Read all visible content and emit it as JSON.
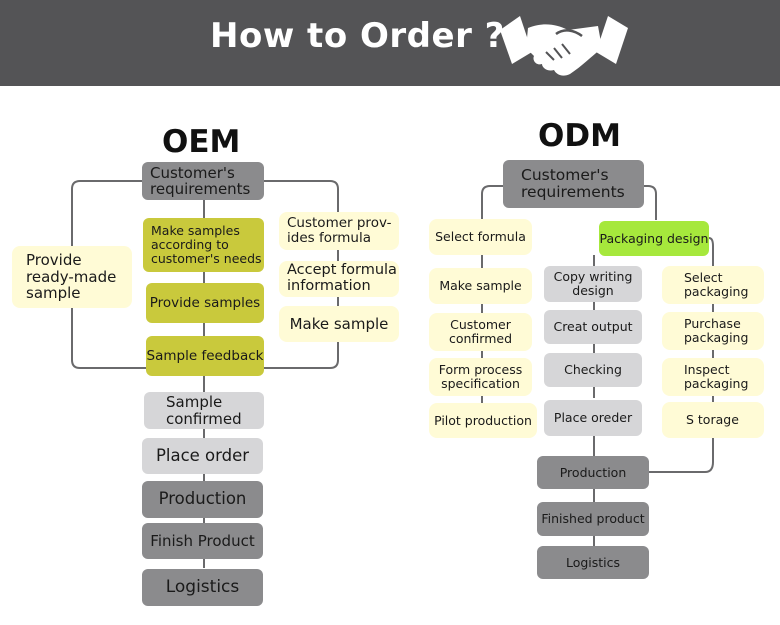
{
  "header": {
    "title": "How to Order ?",
    "icon": "handshake-icon",
    "bg_color": "#545456"
  },
  "oem": {
    "title": "OEM",
    "customer_requirements": "Customer's\nrequirements",
    "provide_ready_made": "Provide\nready-made\nsample",
    "make_samples": "Make samples\naccording to\ncustomer's needs",
    "provide_samples": "Provide samples",
    "sample_feedback": "Sample feedback",
    "customer_provides_formula": "Customer prov-\nides formula",
    "accept_formula": "Accept formula\ninformation",
    "make_sample": "Make sample",
    "sample_confirmed": "Sample\nconfirmed",
    "place_order": "Place order",
    "production": "Production",
    "finish_product": "Finish Product",
    "logistics": "Logistics"
  },
  "odm": {
    "title": "ODM",
    "customer_requirements": "Customer's\nrequirements",
    "select_formula": "Select formula",
    "make_sample": "Make sample",
    "customer_confirmed": "Customer\nconfirmed",
    "form_process_spec": "Form process\nspecification",
    "pilot_production": "Pilot production",
    "packaging_design": "Packaging design",
    "copy_writing_design": "Copy writing\ndesign",
    "creat_output": "Creat output",
    "checking": "Checking",
    "place_oreder": "Place oreder",
    "select_packaging": "Select\npackaging",
    "purchase_packaging": "Purchase\npackaging",
    "inspect_packaging": "Inspect\npackaging",
    "storage": "S torage",
    "production": "Production",
    "finished_product": "Finished product",
    "logistics": "Logistics"
  },
  "colors": {
    "olive": "#c9c93c",
    "cream": "#fffbd6",
    "gray_dark": "#8b8b8d",
    "gray_light": "#d6d6d8",
    "green": "#a6e83c"
  }
}
